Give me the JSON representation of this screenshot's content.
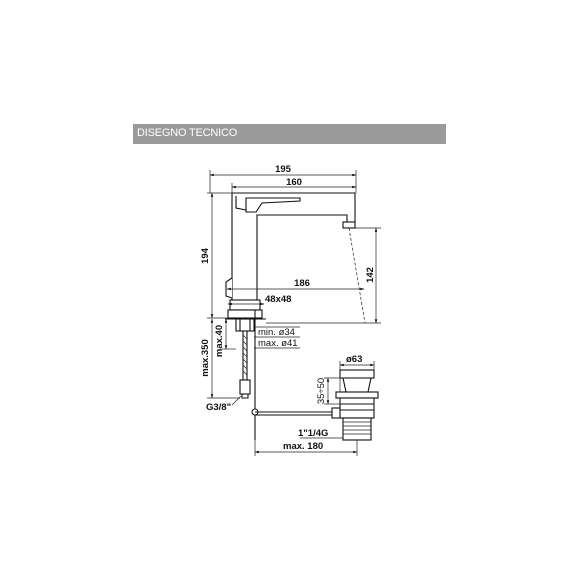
{
  "header": {
    "title": "DISEGNO TECNICO",
    "color": "#9a9a9a"
  },
  "dimensions": {
    "overall_length": "195",
    "spout_length": "160",
    "height_total": "194",
    "spout_height": "142",
    "reach": "186",
    "base_size": "48x48",
    "hole_min": "min. ø34",
    "hole_max": "max. ø41",
    "deck_max": "max.40",
    "hose_length": "max.350",
    "connection": "G3/8\"",
    "waste_diameter": "ø63",
    "waste_range": "35÷50",
    "waste_thread": "1\"1/4G",
    "rod_length": "max. 180"
  }
}
